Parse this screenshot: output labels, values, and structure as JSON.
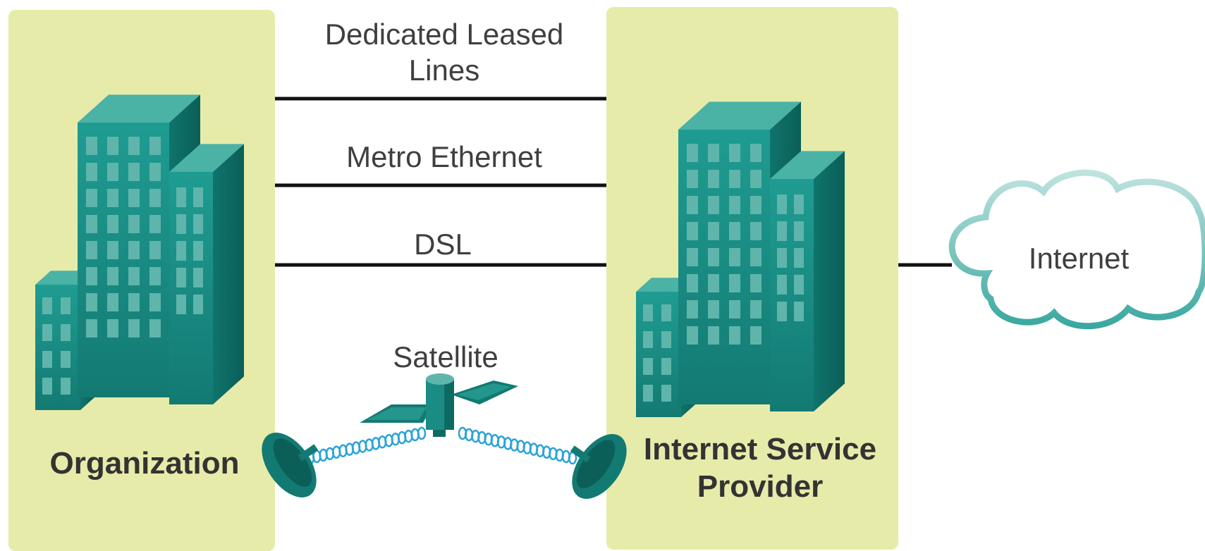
{
  "diagram": {
    "nodes": {
      "organization": {
        "label": "Organization"
      },
      "isp": {
        "line1": "Internet Service",
        "line2": "Provider"
      },
      "internet": {
        "label": "Internet"
      }
    },
    "connections": {
      "leased": {
        "line1": "Dedicated Leased",
        "line2": "Lines"
      },
      "metro": {
        "label": "Metro Ethernet"
      },
      "dsl": {
        "label": "DSL"
      },
      "satellite": {
        "label": "Satellite"
      }
    }
  },
  "colors": {
    "panel": "#e7ebaa",
    "building_front": "#1a8c84",
    "building_top": "#4bb2a6",
    "building_side": "#0d6a63",
    "window": "#5fb5ab",
    "line": "#111111",
    "cloud_stroke": "#3aa8a0",
    "signal": "#2aa3d6",
    "dish": "#127a72"
  }
}
